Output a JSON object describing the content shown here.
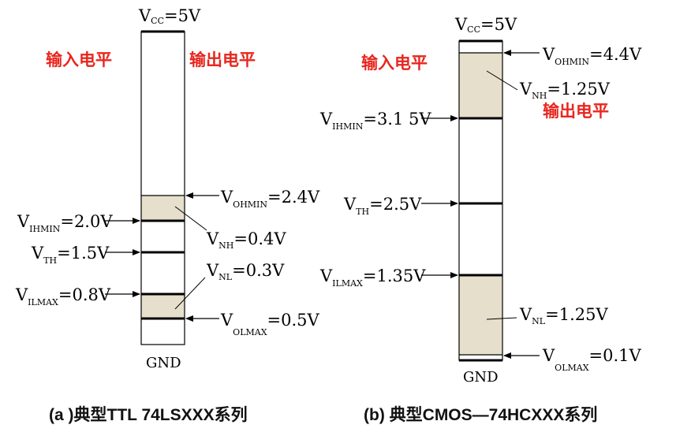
{
  "colors": {
    "band_fill": "#e6dfcb",
    "title_red": "#e8261e",
    "line": "#000000"
  },
  "ttl": {
    "vcc_main": "V",
    "vcc_sub": "CC",
    "vcc_val": "=5V",
    "input_title": "输入电平",
    "output_title": "输出电平",
    "gnd": "GND",
    "vohmin_main": "V",
    "vohmin_sub": "OHMIN",
    "vohmin_val": "=2.4V",
    "vnh_main": "V",
    "vnh_sub": "NH",
    "vnh_val": "=0.4V",
    "vnl_main": "V",
    "vnl_sub": "NL",
    "vnl_val": "=0.3V",
    "volmax_main": "V",
    "volmax_sub": "OLMAX",
    "volmax_val": "=0.5V",
    "vihmin_main": "V",
    "vihmin_sub": "IHMIN",
    "vihmin_val": "=2.0V",
    "vth_main": "V",
    "vth_sub": "TH",
    "vth_val": "=1.5V",
    "vilmax_main": "V",
    "vilmax_sub": "ILMAX",
    "vilmax_val": "=0.8V",
    "caption": "(a )典型TTL 74LSXXX系列"
  },
  "cmos": {
    "vcc_main": "V",
    "vcc_sub": "CC",
    "vcc_val": "=5V",
    "input_title": "输入电平",
    "output_title": "输出电平",
    "gnd": "GND",
    "vohmin_main": "V",
    "vohmin_sub": "OHMIN",
    "vohmin_val": "=4.4V",
    "vnh_main": "V",
    "vnh_sub": "NH",
    "vnh_val": "=1.25V",
    "vihmin_main": "V",
    "vihmin_sub": "IHMIN",
    "vihmin_val": "=3.1 5V",
    "vth_main": "V",
    "vth_sub": "TH",
    "vth_val": "=2.5V",
    "vilmax_main": "V",
    "vilmax_sub": "ILMAX",
    "vilmax_val": "=1.35V",
    "vnl_main": "V",
    "vnl_sub": "NL",
    "vnl_val": "=1.25V",
    "volmax_main": "V",
    "volmax_sub": "OLMAX",
    "volmax_val": "=0.1V",
    "caption": "(b) 典型CMOS—74HCXXX系列"
  }
}
